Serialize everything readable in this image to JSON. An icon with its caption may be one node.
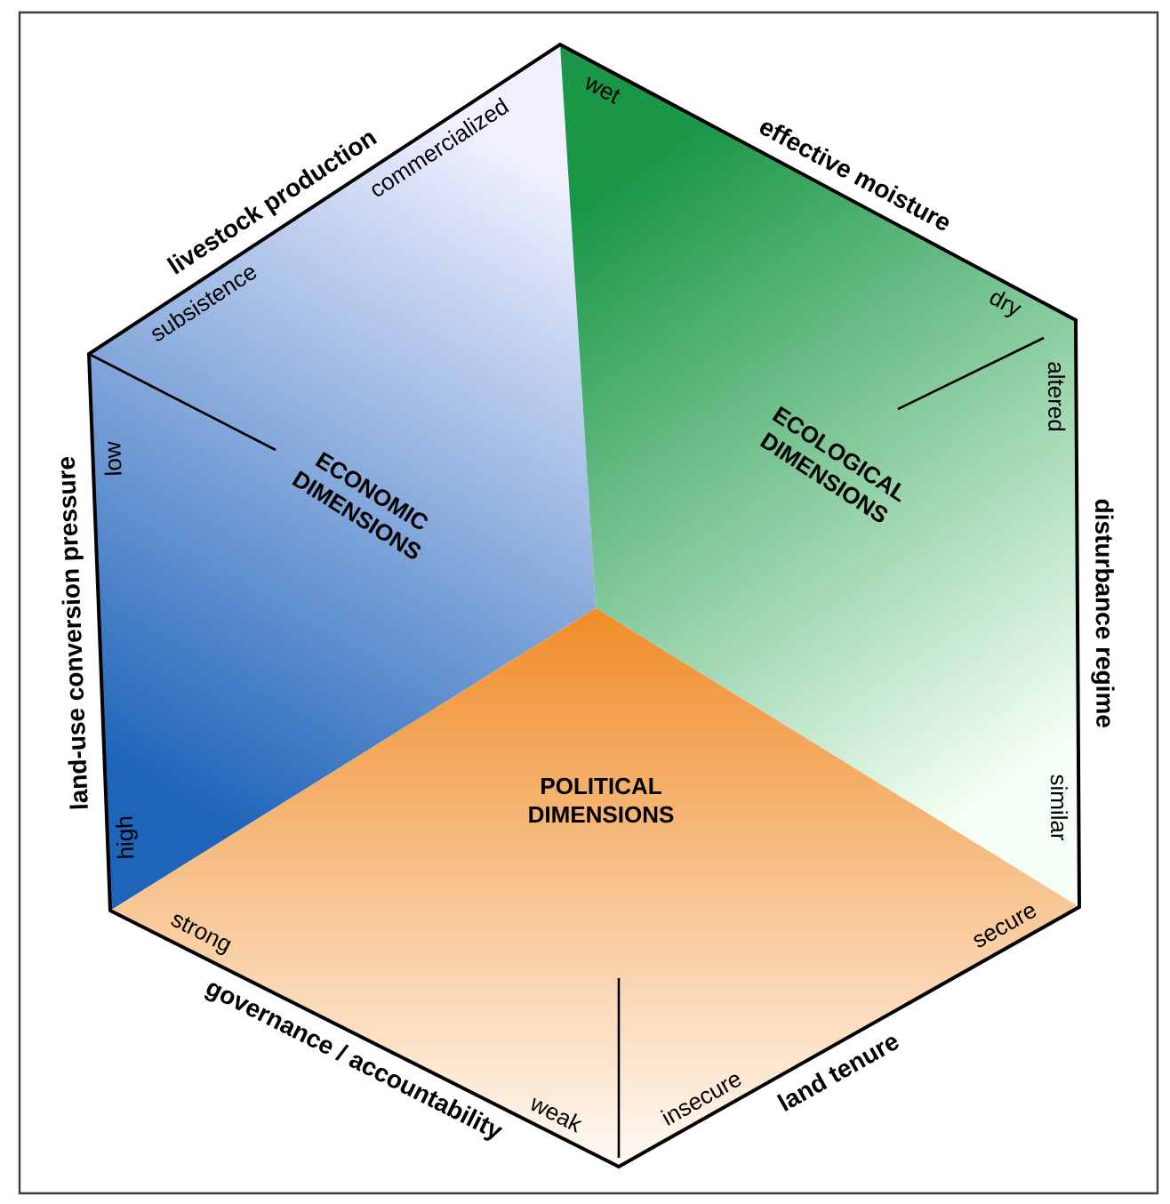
{
  "diagram": {
    "nodes": [
      {
        "text": [
          "ECONOMIC DIMENSIONS"
        ]
      },
      {
        "text": [
          "ECOLOGICAL DIMENSIONS"
        ]
      },
      {
        "text": [
          "POLITICAL DIMENSIONS"
        ]
      }
    ],
    "labels": [
      "livestock production",
      "commercialized",
      "subsistence",
      "wet",
      "effective moisture",
      "dry",
      "altered",
      "low",
      "land-use conversion pressure",
      "disturbance regime",
      "similar",
      "high",
      "strong",
      "secure",
      "governance / accountability",
      "weak",
      "insecure",
      "land tenure"
    ]
  }
}
